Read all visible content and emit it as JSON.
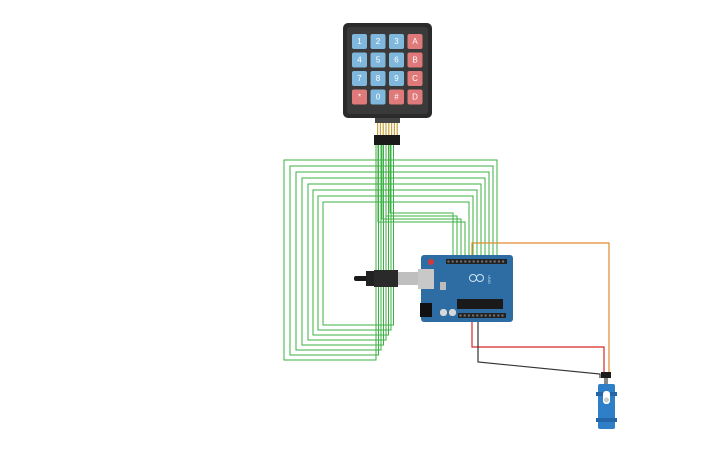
{
  "keypad": {
    "rows": [
      [
        {
          "label": "1",
          "kind": "digit"
        },
        {
          "label": "2",
          "kind": "digit"
        },
        {
          "label": "3",
          "kind": "digit"
        },
        {
          "label": "A",
          "kind": "letter"
        }
      ],
      [
        {
          "label": "4",
          "kind": "digit"
        },
        {
          "label": "5",
          "kind": "digit"
        },
        {
          "label": "6",
          "kind": "digit"
        },
        {
          "label": "B",
          "kind": "letter"
        }
      ],
      [
        {
          "label": "7",
          "kind": "digit"
        },
        {
          "label": "8",
          "kind": "digit"
        },
        {
          "label": "9",
          "kind": "digit"
        },
        {
          "label": "C",
          "kind": "letter"
        }
      ],
      [
        {
          "label": "*",
          "kind": "letter"
        },
        {
          "label": "0",
          "kind": "digit"
        },
        {
          "label": "#",
          "kind": "letter"
        },
        {
          "label": "D",
          "kind": "letter"
        }
      ]
    ],
    "colors": {
      "body": "#2b2b2b",
      "digit": "#7fb8dc",
      "letter": "#e07a7a"
    }
  },
  "arduino": {
    "board_label": "UNO",
    "colors": {
      "board": "#2e6da4",
      "header": "#222222",
      "chip": "#1a1a1a"
    }
  },
  "servo": {
    "colors": {
      "body": "#2e7fc8",
      "horn": "#ffffff"
    }
  },
  "wires": {
    "colors": {
      "green": "#3cb043",
      "orange": "#e08a2e",
      "red": "#d62828",
      "black": "#333333"
    }
  }
}
